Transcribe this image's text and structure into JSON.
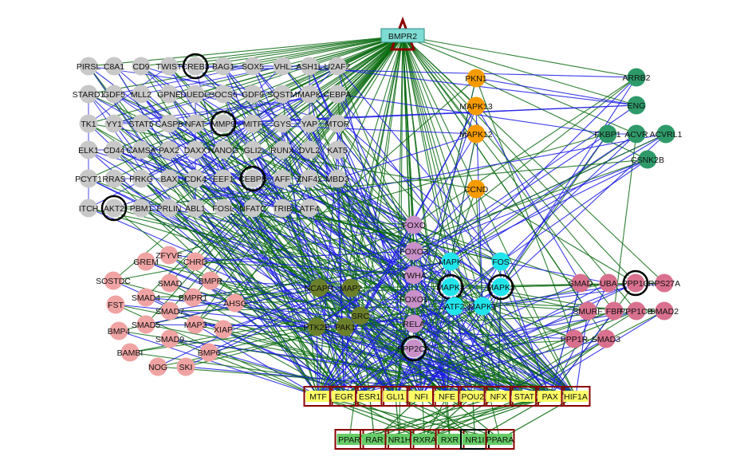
{
  "colors": {
    "green_edge": "#0b6b10",
    "blue_edge": "#1a1ae6",
    "gray": "#c8c8c8",
    "pink": "#f0a3a3",
    "magenta": "#d9708e",
    "orange": "#f59b00",
    "teal": "#2e9a6a",
    "purple": "#c990c9",
    "cyan": "#22e5ec",
    "olive": "#6b7f2a",
    "yellow": "#ffff66",
    "lightgreen": "#66cc66",
    "hub_box": "#7fdcd4",
    "dark_red": "#8b0000"
  },
  "hub": {
    "id": "BMPR2",
    "label": "BMPR2"
  },
  "gray_nodes": [
    [
      "PIRSL",
      "C8A1",
      "CD9",
      "TWIST",
      "CREB3",
      "BAG1",
      "SOX5",
      "VHL",
      "ASH1L",
      "U2AF2"
    ],
    [
      "STARD1",
      "GDF5",
      "MLL2",
      "GPNE",
      "DUEDC",
      "SOCS6",
      "GDF9",
      "SQSTM",
      "MAPK",
      "CEBPA"
    ],
    [
      "TK1",
      "YY1",
      "STAT5",
      "CASP8",
      "NFAT",
      "MMP9",
      "MITF",
      "GYS",
      "YAP",
      "MTOR"
    ],
    [
      "ELK1",
      "CD44",
      "CAMSA",
      "PAX2",
      "DAXX",
      "NANOG",
      "GLI2",
      "RUNX",
      "DVL2",
      "KAT5"
    ],
    [
      "PCYT1",
      "RRAS",
      "PRKG",
      "BAX",
      "CDK4",
      "EEF1",
      "CEBPB",
      "AFF",
      "ZNF42",
      "MBD3"
    ],
    [
      "ITCH",
      "AKT2",
      "PBM1",
      "PRLIN",
      "ABL1",
      "FOSL",
      "NFATC",
      "TRIB",
      "ATF4",
      ""
    ]
  ],
  "ring_gray": [
    "CREB3",
    "MMP9",
    "CEBPB",
    "AKT2"
  ],
  "pink_nodes": [
    "ZFYVE",
    "GREM",
    "CHRD",
    "SOSTDC",
    "SMAD",
    "BMPR",
    "FST",
    "SMAD4",
    "BMPR1",
    "AHSG",
    "SMAD7",
    "BMP4",
    "SMAD5",
    "MAP3",
    "XIAP",
    "SMAD9",
    "BAMBI",
    "BMP6",
    "NOG",
    "SKI"
  ],
  "magenta_nodes": [
    "SMAD",
    "UBA",
    "PPP1C",
    "RPS27A",
    "SMURF",
    "FBP",
    "PPP1CB",
    "SMAD2",
    "PPP1R",
    "SMAD3"
  ],
  "ring_magenta": [
    "PPP1C"
  ],
  "orange_nodes": [
    "PKN1",
    "MAPK13",
    "MAPK12",
    "CCND"
  ],
  "teal_nodes": [
    "ARRB2",
    "ENG",
    "FKBP1",
    "ACVR",
    "ACVRL1",
    "CSNK2B"
  ],
  "purple_nodes": [
    "FOXO",
    "FOXO3",
    "YWHA",
    "FOXO1",
    "RELA",
    "PPP2CA"
  ],
  "ring_purple": [
    "PPP2CA"
  ],
  "cyan_nodes": [
    "MAPK",
    "FOS",
    "MAPK8",
    "MAPK3",
    "ATF2",
    "MAPK1"
  ],
  "ring_cyan": [
    "MAPK8",
    "MAPK3"
  ],
  "olive_nodes": [
    "NCAPR",
    "MAP2",
    "SRC",
    "PTK2B",
    "PAK1"
  ],
  "tf_yellow": [
    "MTF",
    "EGR",
    "ESR1",
    "GLI1",
    "NFI",
    "NFE",
    "POU2",
    "NFX",
    "STAT",
    "PAX",
    "HIF1A"
  ],
  "tf_green": [
    "PPAR",
    "RAR",
    "NR1H",
    "RXRA",
    "RXR",
    "NR1I",
    "PPARA"
  ]
}
